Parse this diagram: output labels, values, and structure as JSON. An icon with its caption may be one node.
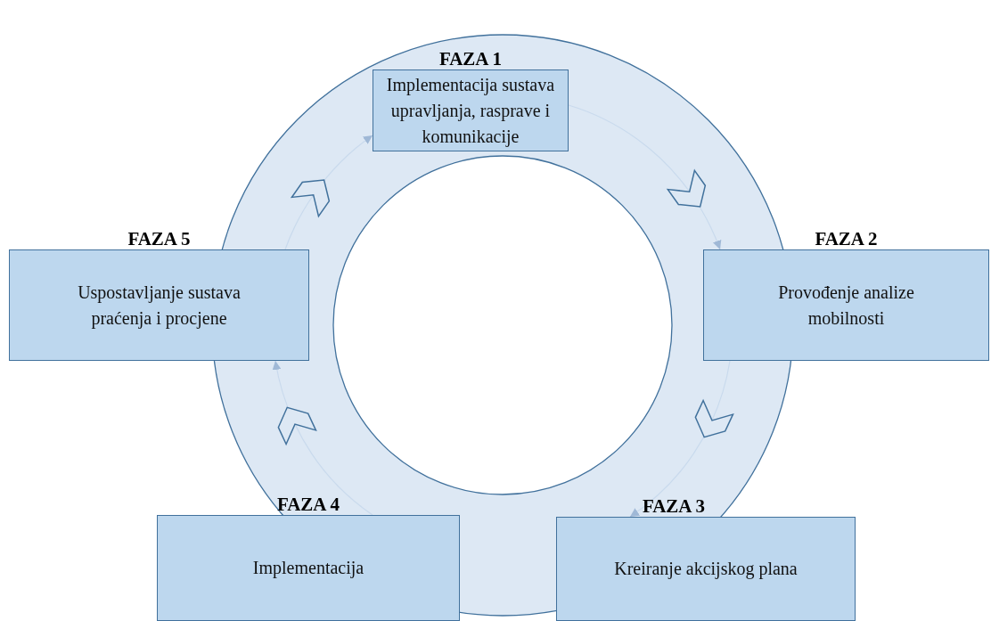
{
  "diagram": {
    "nodes": [
      {
        "text": [
          "FAZA 1",
          "Implementacija sustava upravljanja, rasprave i komunikacije"
        ]
      },
      {
        "text": [
          "FAZA 2",
          "Provođenje analize mobilnosti"
        ]
      },
      {
        "text": [
          "FAZA 3",
          "Kreiranje akcijskog plana"
        ]
      },
      {
        "text": [
          "FAZA 4",
          "Implementacija"
        ]
      },
      {
        "text": [
          "FAZA 5",
          "Uspostavljanje sustava praćenja i procjene"
        ]
      }
    ],
    "edges": [
      {
        "from": 0,
        "to": 1,
        "arrow": "to"
      },
      {
        "from": 1,
        "to": 2,
        "arrow": "to"
      },
      {
        "from": 3,
        "to": 4,
        "arrow": "to"
      },
      {
        "from": 4,
        "to": 0,
        "arrow": "to"
      }
    ]
  }
}
